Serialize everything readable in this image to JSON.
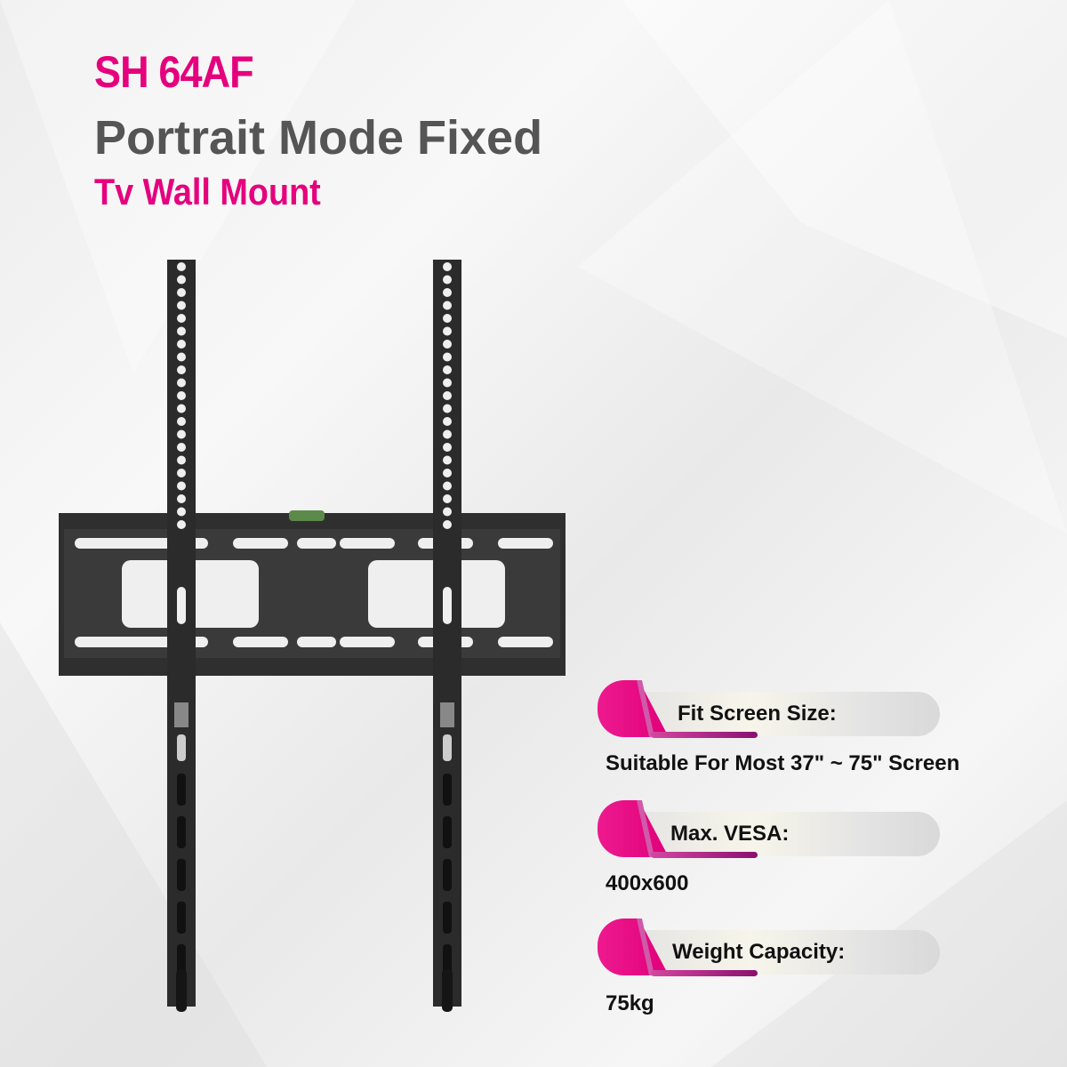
{
  "header": {
    "model": "SH 64AF",
    "title": "Portrait Mode Fixed",
    "subtitle": "Tv Wall Mount"
  },
  "specs": [
    {
      "label": "Fit Screen Size:",
      "value": "Suitable For Most 37\" ~ 75\" Screen"
    },
    {
      "label": "Max. VESA:",
      "value": "400x600"
    },
    {
      "label": "Weight Capacity:",
      "value": "75kg"
    }
  ],
  "colors": {
    "accent": "#e5007d",
    "title": "#555555",
    "metal": "#2e2e2e"
  }
}
